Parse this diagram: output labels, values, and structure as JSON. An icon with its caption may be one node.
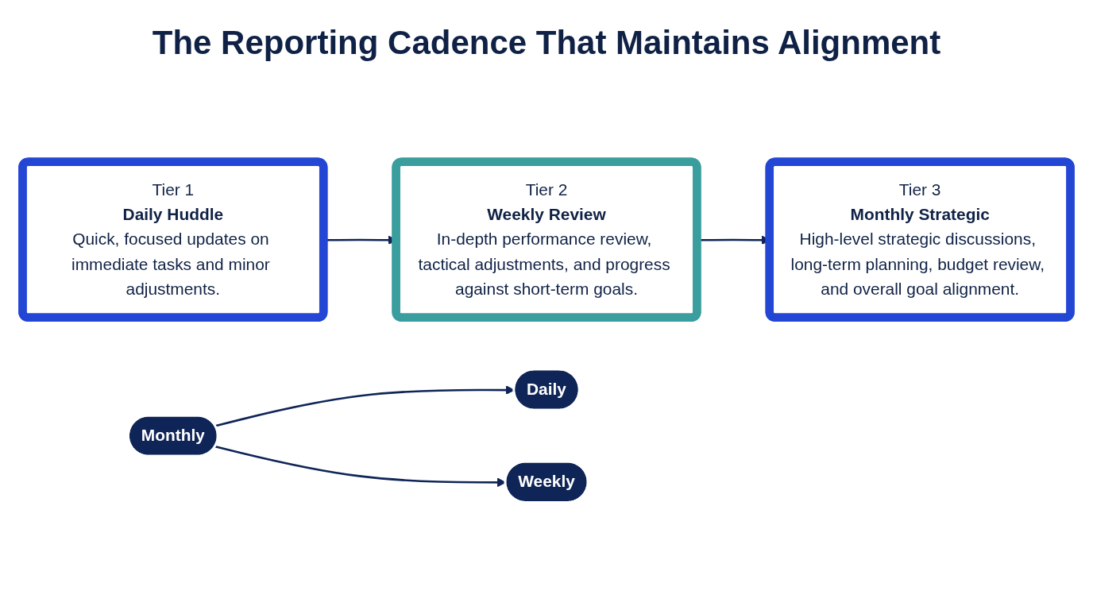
{
  "diagram": {
    "title": "The Reporting Cadence That Maintains Alignment",
    "nodes": [
      {
        "text": [
          "Tier 1",
          "Daily Huddle",
          "Quick, focused updates on immediate tasks and minor adjustments."
        ]
      },
      {
        "text": [
          "Daily"
        ]
      },
      {
        "text": [
          "Tier 2",
          "Weekly Review",
          "In-depth performance review, tactical adjustments, and progress against short-term goals."
        ]
      },
      {
        "text": [
          "Weekly"
        ]
      },
      {
        "text": [
          "Tier 3",
          "Monthly Strategic",
          "High-level strategic discussions, long-term planning, budget review, and overall goal alignment."
        ]
      },
      {
        "text": [
          "Monthly"
        ]
      }
    ],
    "edges": [
      {
        "from": 0,
        "to": 2,
        "arrow": "to"
      },
      {
        "from": 2,
        "to": 4,
        "arrow": "to"
      },
      {
        "from": 5,
        "to": 1,
        "arrow": "to"
      },
      {
        "from": 5,
        "to": 3,
        "arrow": "to"
      }
    ]
  }
}
